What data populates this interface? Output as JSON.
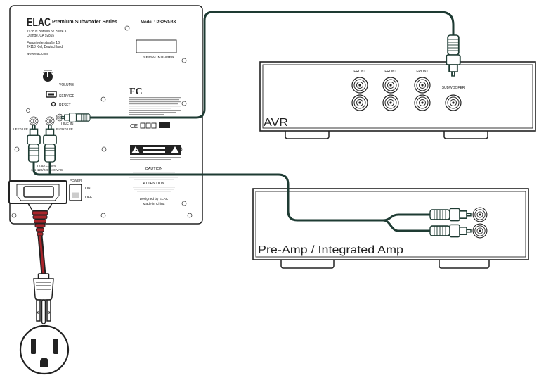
{
  "colors": {
    "cable": "#1e3b33",
    "outline": "#222222",
    "strain_relief": "#a8242a"
  },
  "subwoofer": {
    "logo": "ELAC",
    "series": "Premium Subwoofer Series",
    "model": "Model : PS250-BK",
    "address": [
      "1938 N Batavia St. Suite K",
      "Orange, CA 92865",
      "Fraunhoferstraße 16",
      "24118 Kiel, Deutschland",
      "www.elac.com"
    ],
    "serial_label": "SERIAL NUMBER",
    "controls": {
      "volume": "VOLUME",
      "service": "SERVICE",
      "reset": "RESET"
    },
    "inputs": {
      "line_in": "LINE IN",
      "left": "LEFT/LFE",
      "right": "RIGHT/LFE"
    },
    "power": {
      "fuse": "T2.5A L 250V",
      "voltage": "115-120/220-240 VAC",
      "switch": "POWER",
      "on": "ON",
      "off": "OFF"
    },
    "regulatory": {
      "fcc_logo": "FC",
      "ce_mark": "CE",
      "caution": "CAUTION",
      "attention": "ATTENTION",
      "designed": "Designed by ELAC",
      "made": "Made in China"
    }
  },
  "avr": {
    "label": "AVR",
    "front_labels": [
      "FRONT",
      "FRONT",
      "FRONT"
    ],
    "subwoofer_label": "SUBWOOFER"
  },
  "preamp": {
    "label": "Pre-Amp / Integrated Amp"
  }
}
